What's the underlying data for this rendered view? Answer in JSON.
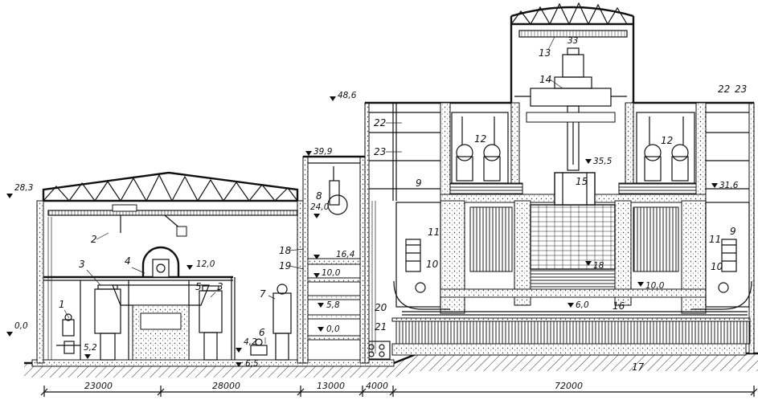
{
  "labels": {
    "n1": "1",
    "n2": "2",
    "n3a": "3",
    "n3b": "3",
    "n4": "4",
    "n5": "5",
    "n6": "6",
    "n7": "7",
    "n8": "8",
    "n9a": "9",
    "n9b": "9",
    "n10a": "10",
    "n10b": "10",
    "n11a": "11",
    "n11b": "11",
    "n12a": "12",
    "n12b": "12",
    "n13": "13",
    "n14": "14",
    "n15": "15",
    "n16": "16",
    "n17": "17",
    "n18": "18",
    "n19": "19",
    "n20": "20",
    "n21": "21",
    "n22a": "22",
    "n22b": "22",
    "n23a": "23",
    "n23b": "23"
  },
  "elevations": {
    "e_28_3": "28,3",
    "e_0_0_left": "0,0",
    "e_12_0": "12,0",
    "e_4_2": "4,2",
    "e_5_2": "5,2",
    "e_6_5": "6,5",
    "e_39_9": "39,9",
    "e_24_0": "24,0",
    "e_16_4": "16,4",
    "e_10_0_mid": "10,0",
    "e_5_8": "5,8",
    "e_0_0_mid": "0,0",
    "e_48_6": "48,6",
    "e_35_5": "35,5",
    "e_31_6": "31,6",
    "e_10_0_right": "10,0",
    "e_6_0": "6,0",
    "e_18": "18"
  },
  "dimensions": [
    "23000",
    "28000",
    "13000",
    "4000",
    "72000"
  ],
  "misc": {
    "crane_mark": "33",
    "tag_13": "13"
  }
}
